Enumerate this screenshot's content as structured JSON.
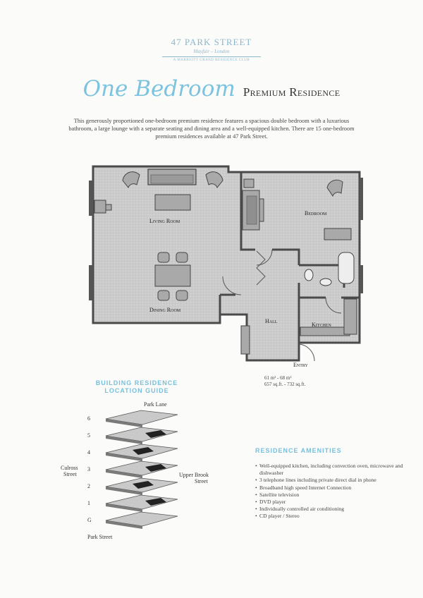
{
  "brand": {
    "name": "47 PARK STREET",
    "location": "Mayfair – London",
    "club": "A MARRIOTT GRAND RESIDENCE CLUB"
  },
  "title": {
    "script": "One Bedroom",
    "main": "Premium Residence"
  },
  "intro": "This generously proportioned one-bedroom premium residence features a spacious double bedroom with a luxurious bathroom, a large lounge with a separate seating and dining area and a well-equipped kitchen. There are 15 one-bedroom premium residences available at 47 Park Street.",
  "floorplan": {
    "rooms": {
      "living": "Living Room",
      "bedroom": "Bedroom",
      "dining": "Dining Room",
      "hall": "Hall",
      "kitchen": "Kitchen",
      "entry": "Entry"
    },
    "area_m": "61 m² - 68 m²",
    "area_ft": "657 sq.ft. - 732 sq.ft."
  },
  "guide": {
    "title_line1": "BUILDING RESIDENCE",
    "title_line2": "LOCATION GUIDE",
    "floors": [
      "6",
      "5",
      "4",
      "3",
      "2",
      "1",
      "G"
    ],
    "streets": {
      "top": "Park Lane",
      "left_1": "Culross",
      "left_2": "Street",
      "right_1": "Upper Brook",
      "right_2": "Street",
      "bottom": "Park Street"
    }
  },
  "amenities": {
    "title": "RESIDENCE AMENITIES",
    "bullet": "•",
    "items": [
      "Well-equipped kitchen, including convection oven, microwave and dishwasher",
      "3 telephone lines including private direct dial in phone",
      "Broadband high speed Internet Connection",
      "Satellite television",
      "DVD player",
      "Individually controlled air conditioning",
      "CD player / Stereo"
    ]
  },
  "colors": {
    "accent": "#78bfdc",
    "brand": "#8cb8cf",
    "wall": "#555555",
    "floor": "#d0d0d0"
  }
}
